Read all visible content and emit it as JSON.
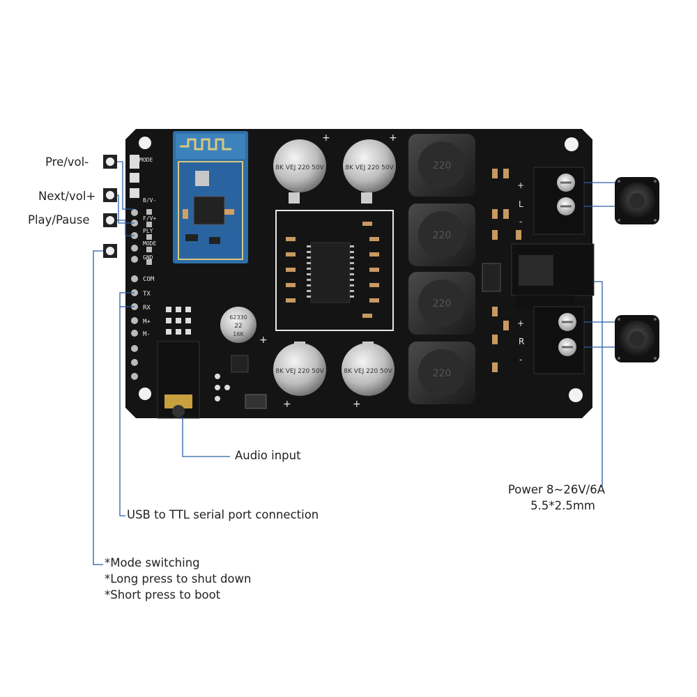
{
  "labels": {
    "pre_vol_minus": "Pre/vol-",
    "next_vol_plus": "Next/vol+",
    "play_pause": "Play/Pause",
    "audio_input": "Audio input",
    "usb_ttl": "USB to TTL serial port connection",
    "power_line1": "Power 8~26V/6A",
    "power_line2": "5.5*2.5mm",
    "mode_line1": "*Mode switching",
    "mode_line2": "*Long press to shut down",
    "mode_line3": "*Short press to boot"
  },
  "board": {
    "pin_labels": [
      "MODE",
      "B/V-",
      "F/V+",
      "PLY",
      "MODE",
      "GND",
      "COM",
      "TX",
      "RX",
      "M+",
      "M-"
    ],
    "right_terminal_top": [
      "+",
      "L",
      "-"
    ],
    "right_terminal_bottom": [
      "+",
      "R",
      "-"
    ],
    "cap_markings_top": [
      "8K VEJ 220 50V",
      "8K VEJ 220 50V"
    ],
    "cap_markings_bottom": [
      "8K VEJ 220 50V",
      "8K VEJ 220 50V"
    ],
    "small_cap": [
      "62330",
      "22",
      "16K"
    ],
    "inductor_marking": "220",
    "plus_sign": "+"
  },
  "colors": {
    "pcb": "#141414",
    "leader_line": "#2a5ea8",
    "silk": "#e8e8e8",
    "bt_module": "#2f6fa8",
    "text": "#222222"
  }
}
